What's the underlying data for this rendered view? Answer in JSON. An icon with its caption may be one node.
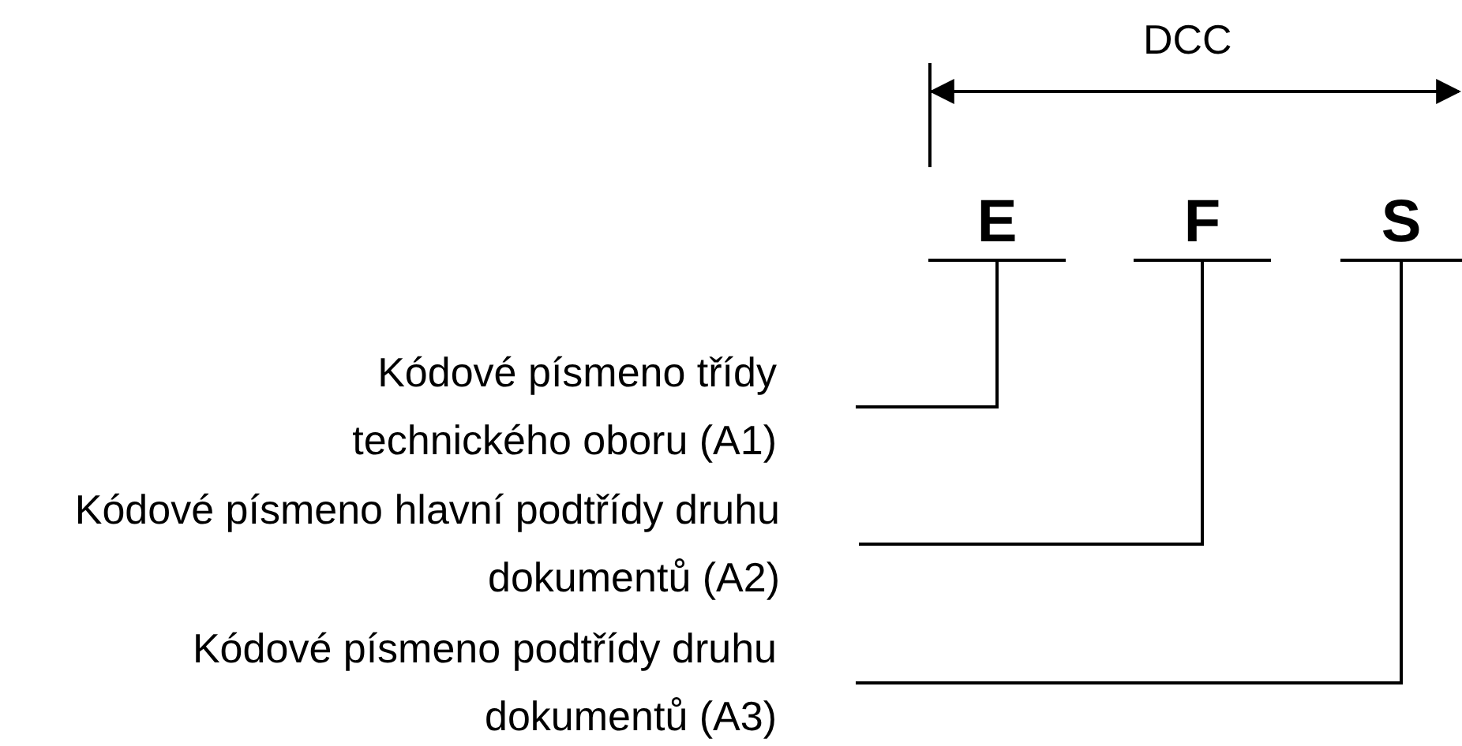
{
  "diagram": {
    "nodes": [
      {
        "text": [
          "E"
        ]
      },
      {
        "text": [
          "F"
        ]
      },
      {
        "text": [
          "S"
        ]
      },
      {
        "text": [
          "Kódové písmeno třídy technického oboru (A1)"
        ]
      },
      {
        "text": [
          "Kódové písmeno hlavní podtřídy druhu dokumentů (A2)"
        ]
      },
      {
        "text": [
          "Kódové písmeno podtřídy druhu dokumentů (A3)"
        ]
      }
    ],
    "edges": [
      {
        "from": 3,
        "to": 0,
        "arrow": "none"
      },
      {
        "from": 4,
        "to": 1,
        "arrow": "none"
      },
      {
        "from": 5,
        "to": 2,
        "arrow": "none"
      }
    ],
    "labels": [
      "DCC"
    ]
  }
}
